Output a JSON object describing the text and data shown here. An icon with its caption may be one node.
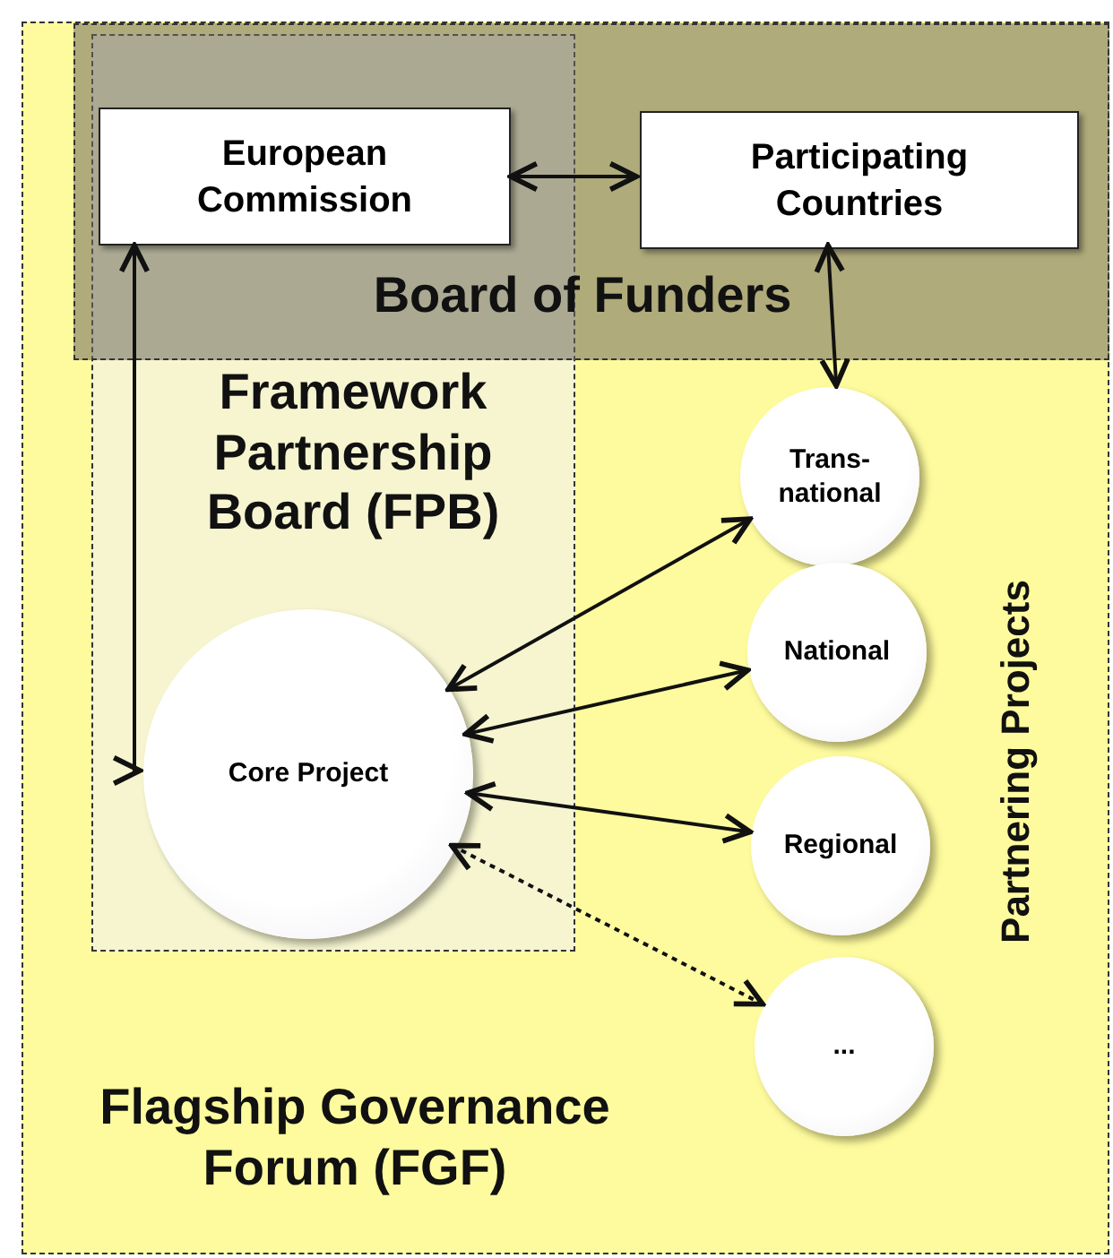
{
  "diagram": {
    "nodes": [
      {
        "text": [
          "Flagship Governance Forum (FGF)"
        ]
      },
      {
        "text": [
          "Board of Funders"
        ],
        "in": 0
      },
      {
        "text": [
          "Framework Partnership Board (FPB)"
        ],
        "in": 0
      },
      {
        "text": [
          "European Commission"
        ]
      },
      {
        "text": [
          "Participating Countries"
        ],
        "in": 1
      },
      {
        "text": [
          "Core Project"
        ],
        "in": 2
      },
      {
        "text": [
          "Trans-national"
        ],
        "in": 0
      },
      {
        "text": [
          "National"
        ],
        "in": 0
      },
      {
        "text": [
          "Regional"
        ],
        "in": 0
      },
      {
        "text": [
          "..."
        ],
        "in": 0
      }
    ],
    "edges": [
      {
        "from": 3,
        "to": 4,
        "arrow": "both"
      },
      {
        "from": 3,
        "to": 5,
        "arrow": "both"
      },
      {
        "from": 4,
        "to": 6,
        "arrow": "both"
      },
      {
        "from": 5,
        "to": 6,
        "arrow": "both"
      },
      {
        "from": 5,
        "to": 7,
        "arrow": "both"
      },
      {
        "from": 5,
        "to": 8,
        "arrow": "both"
      },
      {
        "from": 5,
        "to": 9,
        "arrow": "both",
        "style": "dashed"
      }
    ],
    "labels": [
      "Partnering Projects"
    ]
  }
}
